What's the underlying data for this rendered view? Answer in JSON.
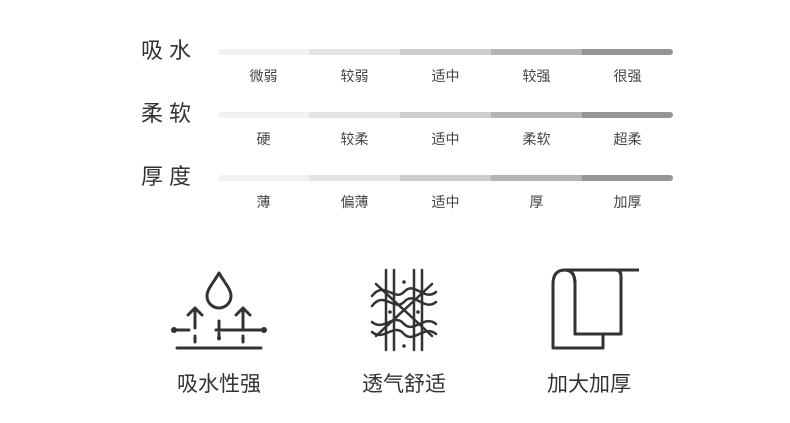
{
  "attributes": [
    {
      "label": "吸水",
      "levels": [
        "微弱",
        "较弱",
        "适中",
        "较强",
        "很强"
      ]
    },
    {
      "label": "柔软",
      "levels": [
        "硬",
        "较柔",
        "适中",
        "柔软",
        "超柔"
      ]
    },
    {
      "label": "厚度",
      "levels": [
        "薄",
        "偏薄",
        "适中",
        "厚",
        "加厚"
      ]
    }
  ],
  "features": [
    {
      "icon": "water-absorption-icon",
      "label": "吸水性强"
    },
    {
      "icon": "breathable-weave-icon",
      "label": "透气舒适"
    },
    {
      "icon": "thick-towel-icon",
      "label": "加大加厚"
    }
  ],
  "colors": {
    "scale": [
      "#f1f1f1",
      "#e3e3e3",
      "#cdcdcd",
      "#b4b4b4",
      "#959595"
    ],
    "icon_stroke": "#333333"
  }
}
